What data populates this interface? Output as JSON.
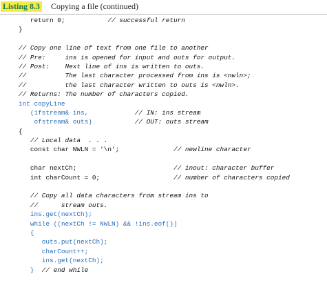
{
  "caption": {
    "label": "Listing 8.3",
    "title": "Copying a file (continued)"
  },
  "code_lines": [
    [
      {
        "t": "tx",
        "v": "   return 0;           "
      },
      {
        "t": "cm",
        "v": "// successful return"
      }
    ],
    [
      {
        "t": "tx",
        "v": "}"
      }
    ],
    [],
    [
      {
        "t": "cm",
        "v": "// Copy one line of text from one file to another"
      }
    ],
    [
      {
        "t": "cm",
        "v": "// Pre:     ins is opened for input and outs for output."
      }
    ],
    [
      {
        "t": "cm",
        "v": "// Post:    Next line of ins is written to outs."
      }
    ],
    [
      {
        "t": "cm",
        "v": "//          The last character processed from ins is <nwln>;"
      }
    ],
    [
      {
        "t": "cm",
        "v": "//          the last character written to outs is <nwln>."
      }
    ],
    [
      {
        "t": "cm",
        "v": "// Returns: The number of characters copied."
      }
    ],
    [
      {
        "t": "kw",
        "v": "int copyLine"
      }
    ],
    [
      {
        "t": "kw",
        "v": "   (ifstream& ins,            "
      },
      {
        "t": "cm",
        "v": "// IN: ins stream"
      }
    ],
    [
      {
        "t": "kw",
        "v": "    ofstream& outs)           "
      },
      {
        "t": "cm",
        "v": "// OUT: outs stream"
      }
    ],
    [
      {
        "t": "tx",
        "v": "{"
      }
    ],
    [
      {
        "t": "cm",
        "v": "   // Local data  . . ."
      }
    ],
    [
      {
        "t": "tx",
        "v": "   const char NWLN = '\\n';              "
      },
      {
        "t": "cm",
        "v": "// newline character"
      }
    ],
    [],
    [
      {
        "t": "tx",
        "v": "   char nextCh;                         "
      },
      {
        "t": "cm",
        "v": "// inout: character buffer"
      }
    ],
    [
      {
        "t": "tx",
        "v": "   int charCount = 0;                   "
      },
      {
        "t": "cm",
        "v": "// number of characters copied"
      }
    ],
    [],
    [
      {
        "t": "cm",
        "v": "   // Copy all data characters from stream ins to"
      }
    ],
    [
      {
        "t": "cm",
        "v": "   //      stream outs."
      }
    ],
    [
      {
        "t": "kw",
        "v": "   ins.get(nextCh);"
      }
    ],
    [
      {
        "t": "kw",
        "v": "   while ((nextCh != NWLN) && !ins.eof())"
      }
    ],
    [
      {
        "t": "kw",
        "v": "   {"
      }
    ],
    [
      {
        "t": "kw",
        "v": "      outs.put(nextCh);"
      }
    ],
    [
      {
        "t": "kw",
        "v": "      charCount++;"
      }
    ],
    [
      {
        "t": "kw",
        "v": "      ins.get(nextCh);"
      }
    ],
    [
      {
        "t": "kw",
        "v": "   }  "
      },
      {
        "t": "cm",
        "v": "// end while"
      }
    ]
  ]
}
